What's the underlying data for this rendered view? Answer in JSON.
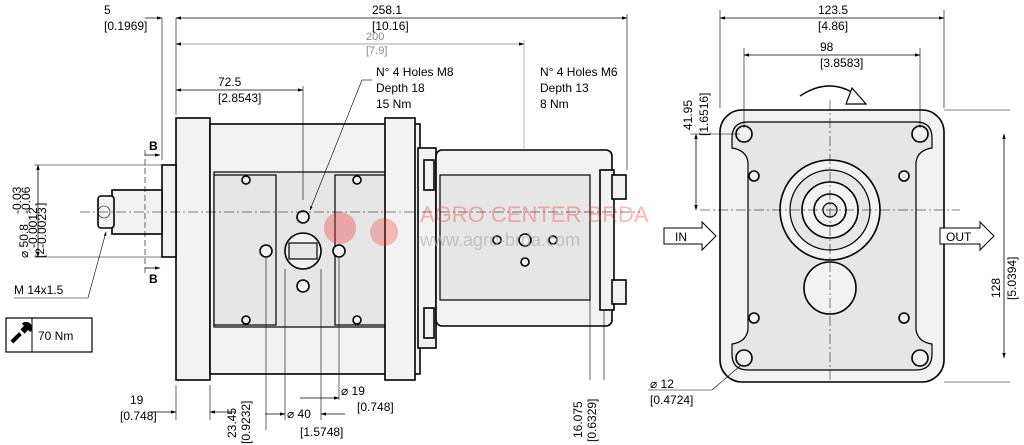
{
  "dimensions": {
    "d5": "5",
    "d5_in": "[0.1969]",
    "d258": "258.1",
    "d258_in": "[10.16]",
    "d200": "200",
    "d200_in": "[7.9]",
    "d72": "72.5",
    "d72_in": "[2.8543]",
    "d123": "123.5",
    "d123_in": "[4.86]",
    "d98": "98",
    "d98_in": "[3.8583]",
    "d41": "41.95",
    "d41_in": "[1.6516]",
    "d128": "128",
    "d128_in": "[5.0394]",
    "d508": "⌀ 50.8",
    "d508_tol_upper": "-0.03",
    "d508_tol_lower": "-0.06",
    "d508_in": "[2",
    "d508_in_tol_upper": "-0.0012",
    "d508_in_tol_lower": "-0.0023",
    "d508_in_close": "]",
    "d19": "19",
    "d19_in": "[0.748]",
    "d2345": "23.45",
    "d2345_in": "[0.9232]",
    "d19b": "⌀ 19",
    "d19b_in": "[0.748]",
    "d40": "⌀ 40",
    "d40_in": "[1.5748]",
    "d16": "16.075",
    "d16_in": "[0.6329]",
    "d12": "⌀ 12",
    "d12_in": "[0.4724]"
  },
  "notes": {
    "m8_line1": "N° 4 Holes M8",
    "m8_line2": "Depth 18",
    "m8_line3": "15 Nm",
    "m6_line1": "N° 4 Holes M6",
    "m6_line2": "Depth 13",
    "m6_line3": "8 Nm",
    "thread": "M 14x1.5",
    "torque": "70 Nm",
    "section_b": "B",
    "port_in": "IN",
    "port_out": "OUT"
  },
  "watermark": {
    "line1": "AGRO CENTER BRDA",
    "line2": "www.agro-brda.com"
  },
  "icons": {
    "wrench": "wrench-icon",
    "rotation": "rotation-arrow-icon"
  },
  "colors": {
    "watermark_red": "#e33333",
    "line": "#000000",
    "body_fill": "#f2f2f2"
  }
}
